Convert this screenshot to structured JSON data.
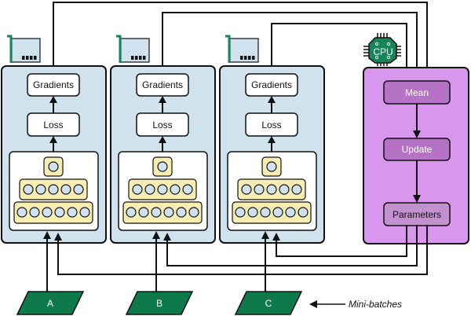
{
  "diagram": {
    "gpus": [
      {
        "id": "A",
        "gradients": "Gradients",
        "loss": "Loss",
        "batch": "A"
      },
      {
        "id": "B",
        "gradients": "Gradients",
        "loss": "Loss",
        "batch": "B"
      },
      {
        "id": "C",
        "gradients": "Gradients",
        "loss": "Loss",
        "batch": "C"
      }
    ],
    "cpu": {
      "chip_label": "CPU",
      "mean": "Mean",
      "update": "Update",
      "parameters": "Parameters"
    },
    "minibatches_label": "Mini-batches",
    "colors": {
      "gpu_panel": "#cfe2ee",
      "cpu_panel": "#d896ec",
      "cpu_box": "#b672c4",
      "params_box": "#c391cf",
      "node_fill": "#f8eeb4",
      "node_circle": "#cfe2ee",
      "batch_green": "#0e7a4c",
      "chip_green": "#16855a",
      "line": "#111111"
    }
  }
}
